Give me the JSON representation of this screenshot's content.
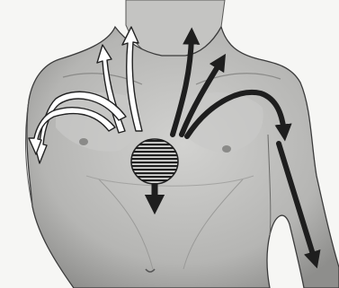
{
  "figure": {
    "subject": "torso-anatomical-illustration",
    "colors": {
      "paper": "#f6f6f4",
      "skin": "#b9b9b7",
      "skin_light": "#d6d6d4",
      "skin_dark": "#7d7d7b",
      "outline": "#3b3b3b",
      "arrow_dark": "#1e1e1e",
      "arrow_white": "#ffffff",
      "heart_stripe": "#202020"
    },
    "arrows": {
      "white_outlined": [
        "neck-left-upward-arrow",
        "neck-left-upward-arrow-2",
        "shoulder-left-downward-arrow",
        "shoulder-left-downward-arrow-2"
      ],
      "dark_filled": [
        "neck-right-upward-arrow",
        "shoulder-right-upward-arrow",
        "arm-right-upward-arrow",
        "arm-right-downward-arrow",
        "heart-downward-arrow"
      ]
    }
  }
}
